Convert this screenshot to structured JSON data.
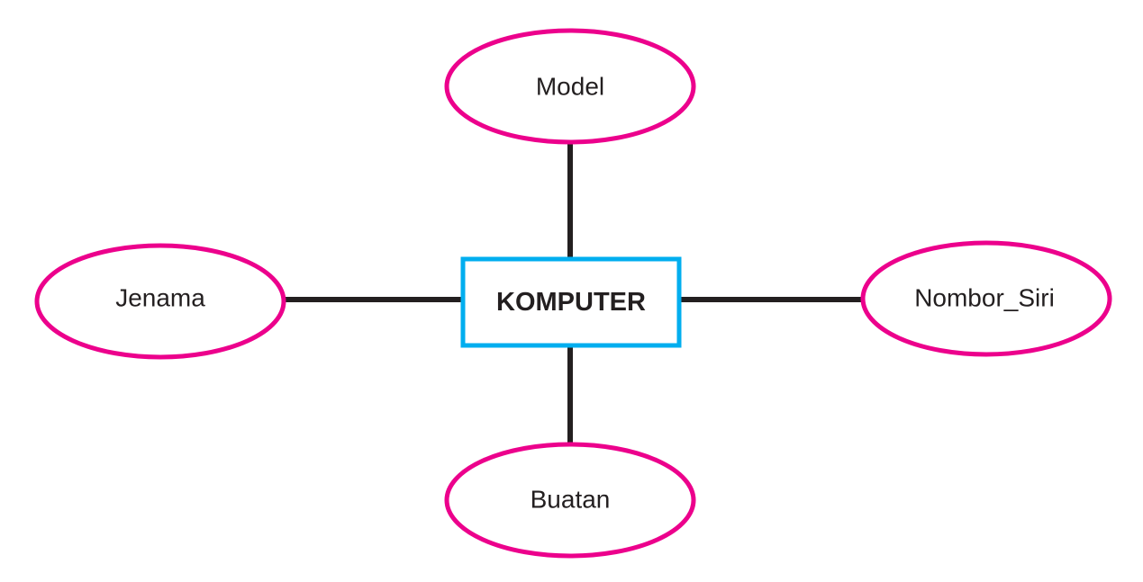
{
  "diagram": {
    "entity": {
      "label": "KOMPUTER"
    },
    "attributes": {
      "top": "Model",
      "left": "Jenama",
      "right": "Nombor_Siri",
      "bottom": "Buatan"
    },
    "colors": {
      "entity_border": "#00aeef",
      "attribute_border": "#ec008c",
      "connector": "#231f20",
      "text": "#231f20"
    }
  }
}
